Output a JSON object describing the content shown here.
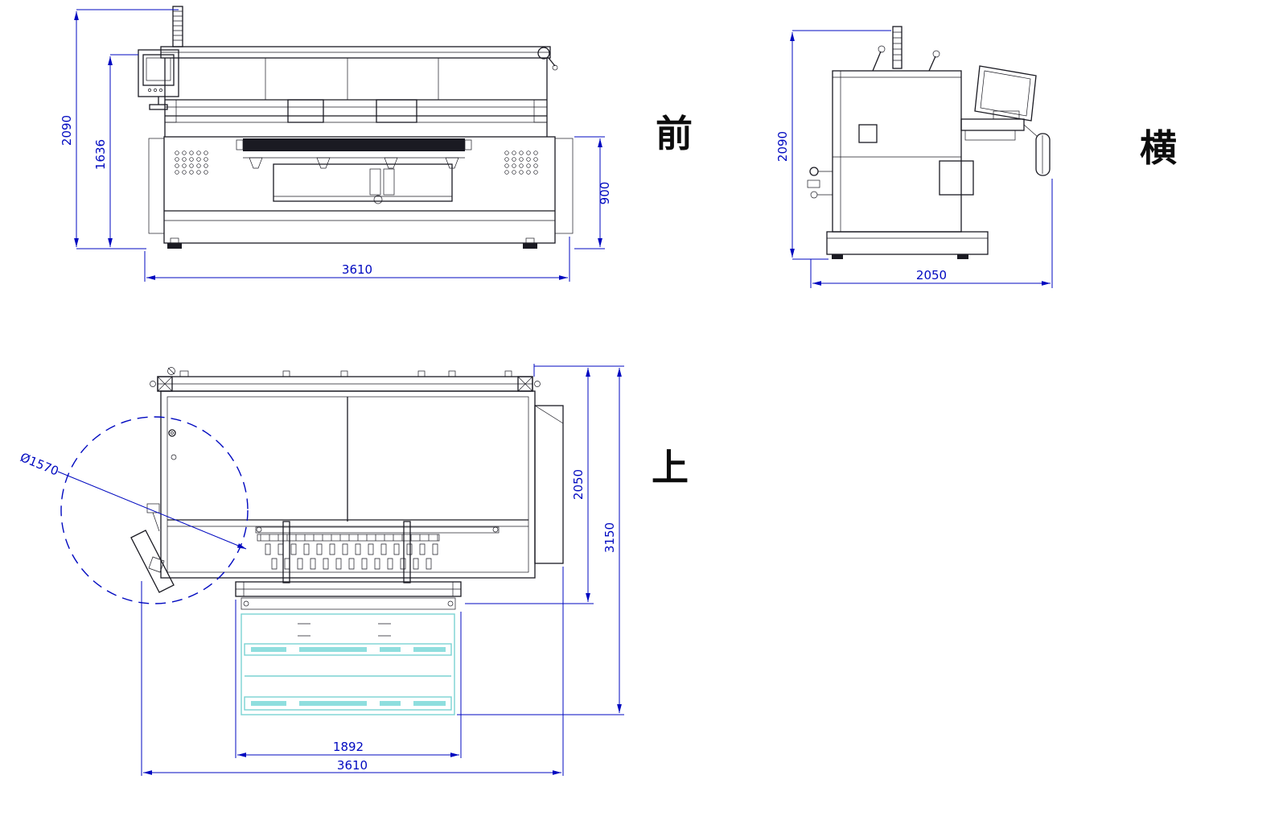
{
  "drawing": {
    "views": {
      "front": {
        "label": "前",
        "dims": {
          "total_height": "2090",
          "head_height": "1636",
          "width": "3610",
          "table_height": "900"
        }
      },
      "side": {
        "label": "横",
        "dims": {
          "total_height": "2090",
          "depth": "2050"
        }
      },
      "top": {
        "label": "上",
        "dims": {
          "swing_diameter": "Ø1570",
          "body_depth": "2050",
          "total_depth": "3150",
          "inner_width": "1892",
          "total_width": "3610"
        }
      }
    },
    "colors": {
      "dimension_blue": "#0009c0",
      "machine_line": "#1a1a22",
      "highlight_cyan": "#7ad2d2"
    }
  }
}
